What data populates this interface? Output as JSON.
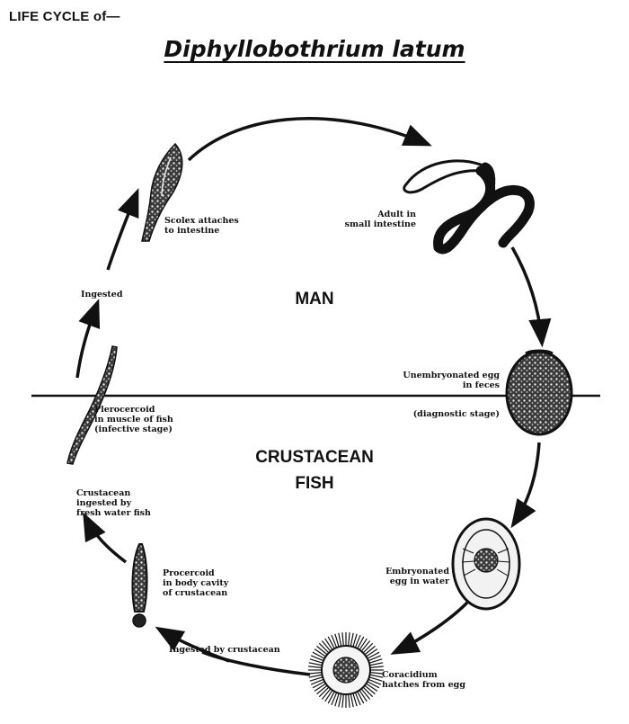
{
  "header": {
    "title": "LIFE CYCLE of—",
    "species": "Diphyllobothrium latum"
  },
  "regions": {
    "host_top": "MAN",
    "host_bottom_line1": "CRUSTACEAN",
    "host_bottom_line2": "FISH"
  },
  "stages": {
    "scolex": "Scolex attaches\nto intestine",
    "adult": "Adult in\nsmall intestine",
    "egg_unembryonated": "Unembryonated egg\nin feces",
    "diagnostic": "(diagnostic stage)",
    "egg_embryonated": "Embryonated\negg in water",
    "coracidium": "Coracidium\nhatches from egg",
    "ingested_crustacean": "Ingested by crustacean",
    "procercoid": "Procercoid\nin body cavity\nof crustacean",
    "crustacean_ingested": "Crustacean\ningested by\nfresh water fish",
    "plerocercoid": "Plerocercoid\nin muscle of fish\n(infective stage)",
    "ingested": "Ingested"
  },
  "colors": {
    "ink": "#111111",
    "background": "#ffffff"
  }
}
